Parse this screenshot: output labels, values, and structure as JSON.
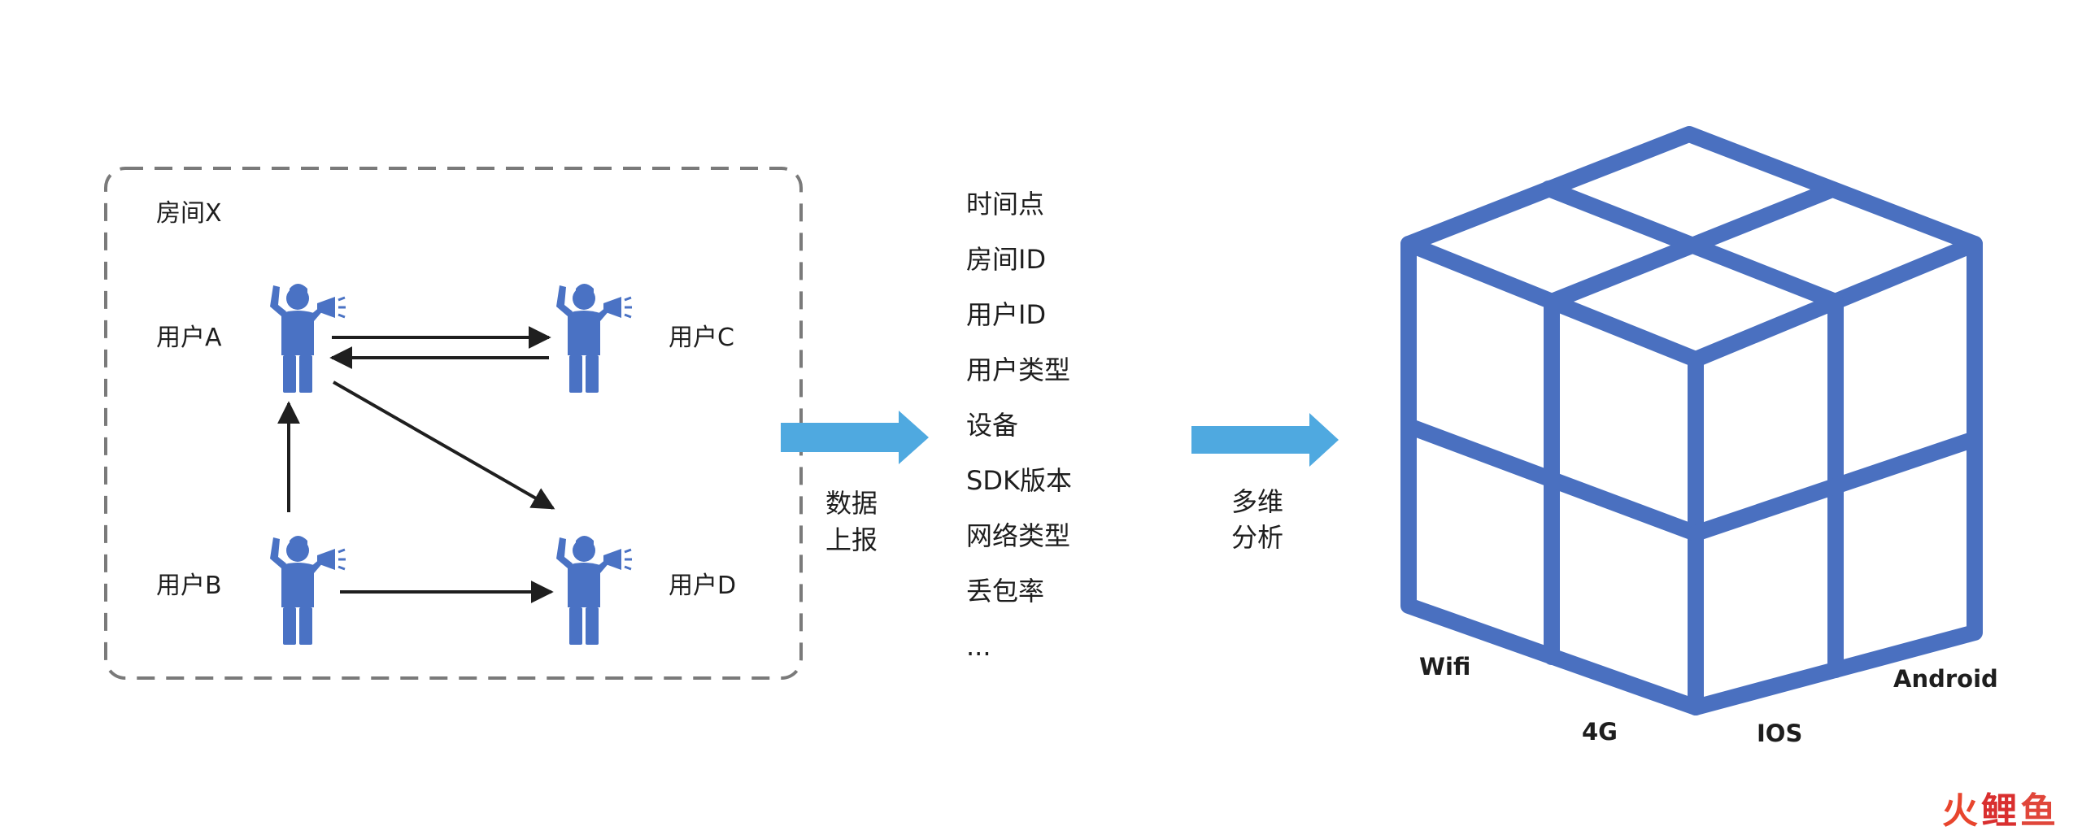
{
  "room": {
    "title": "房间X",
    "users": [
      {
        "id": "A",
        "label": "用户A"
      },
      {
        "id": "B",
        "label": "用户B"
      },
      {
        "id": "C",
        "label": "用户C"
      },
      {
        "id": "D",
        "label": "用户D"
      }
    ],
    "connections": [
      {
        "from": "A",
        "to": "C"
      },
      {
        "from": "C",
        "to": "A"
      },
      {
        "from": "B",
        "to": "A"
      },
      {
        "from": "A",
        "to": "D"
      },
      {
        "from": "B",
        "to": "D"
      }
    ]
  },
  "report": {
    "line1": "数据",
    "line2": "上报"
  },
  "fields": [
    "时间点",
    "房间ID",
    "用户ID",
    "用户类型",
    "设备",
    "SDK版本",
    "网络类型",
    "丢包率",
    "..."
  ],
  "analysis": {
    "line1": "多维",
    "line2": "分析"
  },
  "cube": {
    "labels": {
      "wifi": "Wifi",
      "g4": "4G",
      "ios": "IOS",
      "android": "Android"
    }
  },
  "watermark": {
    "char1": "火",
    "char2": "鲤",
    "char3": "鱼"
  },
  "colors": {
    "user_icon": "#4A72C4",
    "flow_arrow": "#4FA9E0",
    "cube": "#4A70C0",
    "dashed_border": "#7a7a7a",
    "connector": "#1f1f1f",
    "watermark_1": "#e8452d",
    "watermark_2": "#d92f2f",
    "watermark_3": "#e0463a"
  }
}
